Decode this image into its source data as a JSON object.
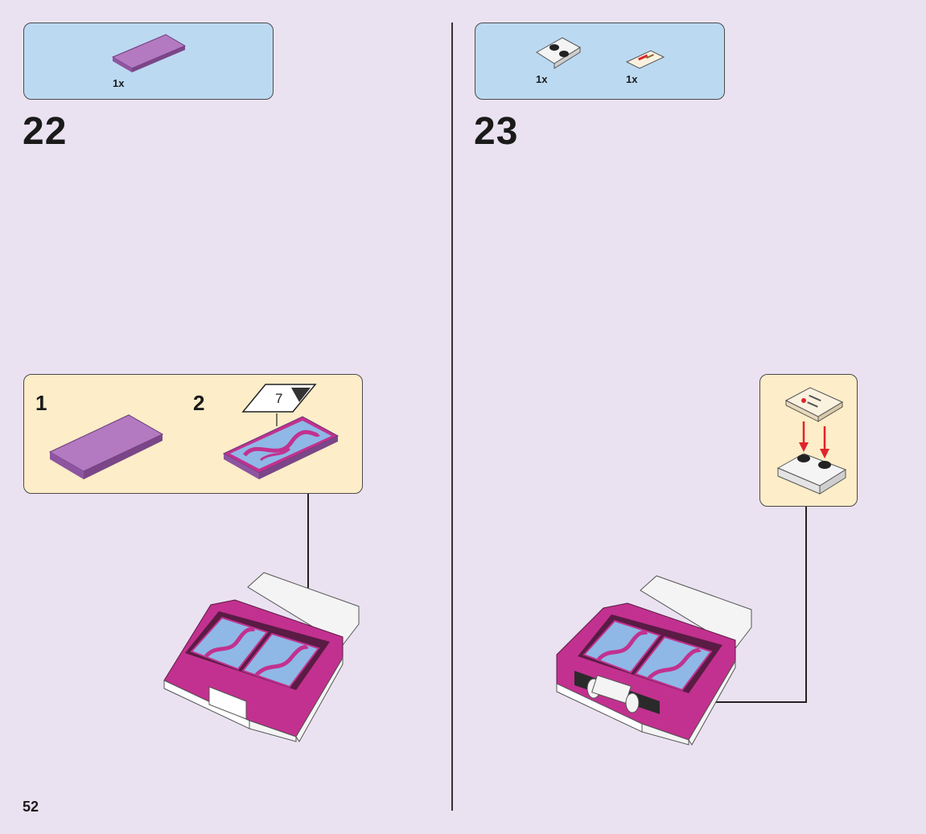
{
  "page_number": "52",
  "steps": [
    {
      "number": "22",
      "parts": [
        {
          "qty": "1x",
          "part": "purple-flat-tile"
        }
      ],
      "sub_steps": [
        {
          "number": "1"
        },
        {
          "number": "2",
          "callout_sticker": "7"
        }
      ]
    },
    {
      "number": "23",
      "parts": [
        {
          "qty": "1x",
          "part": "white-plate-with-bars"
        },
        {
          "qty": "1x",
          "part": "printed-tile"
        }
      ]
    }
  ],
  "colors": {
    "background": "#ebe2f1",
    "parts_panel": "#bcd9f2",
    "callout_panel": "#fdedc8",
    "magenta": "#c2318f",
    "purple_tile": "#a863b8",
    "sky_blue": "#8fb8e6",
    "arrow_red": "#e0242b"
  }
}
